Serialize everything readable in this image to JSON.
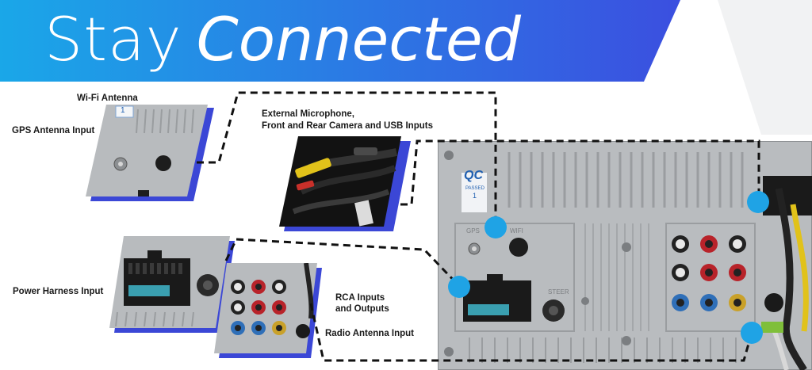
{
  "banner": {
    "title_light": "Stay",
    "title_emphasis": "Connected",
    "gradient_start": "#1aa7e8",
    "gradient_end": "#3b4fe0"
  },
  "labels": {
    "wifi_antenna": "Wi-Fi Antenna",
    "gps_antenna": "GPS Antenna Input",
    "external_line1": "External Microphone,",
    "external_line2": "Front and Rear Camera and USB Inputs",
    "power_harness": "Power Harness Input",
    "rca_line1": "RCA Inputs",
    "rca_line2": "and Outputs",
    "radio_antenna": "Radio Antenna Input"
  },
  "panel": {
    "qc_mark": "QC",
    "qc_sub": "PASSED",
    "qc_number": "1",
    "wifi_tag": "1",
    "port_gps": "GPS",
    "port_wifi": "WIFI",
    "port_steer": "STEER"
  },
  "colors": {
    "accent_blue": "#1fa3e5",
    "shadow_blue": "#3b47d6",
    "metal": "#b9bcbf",
    "dash": "#111111"
  }
}
